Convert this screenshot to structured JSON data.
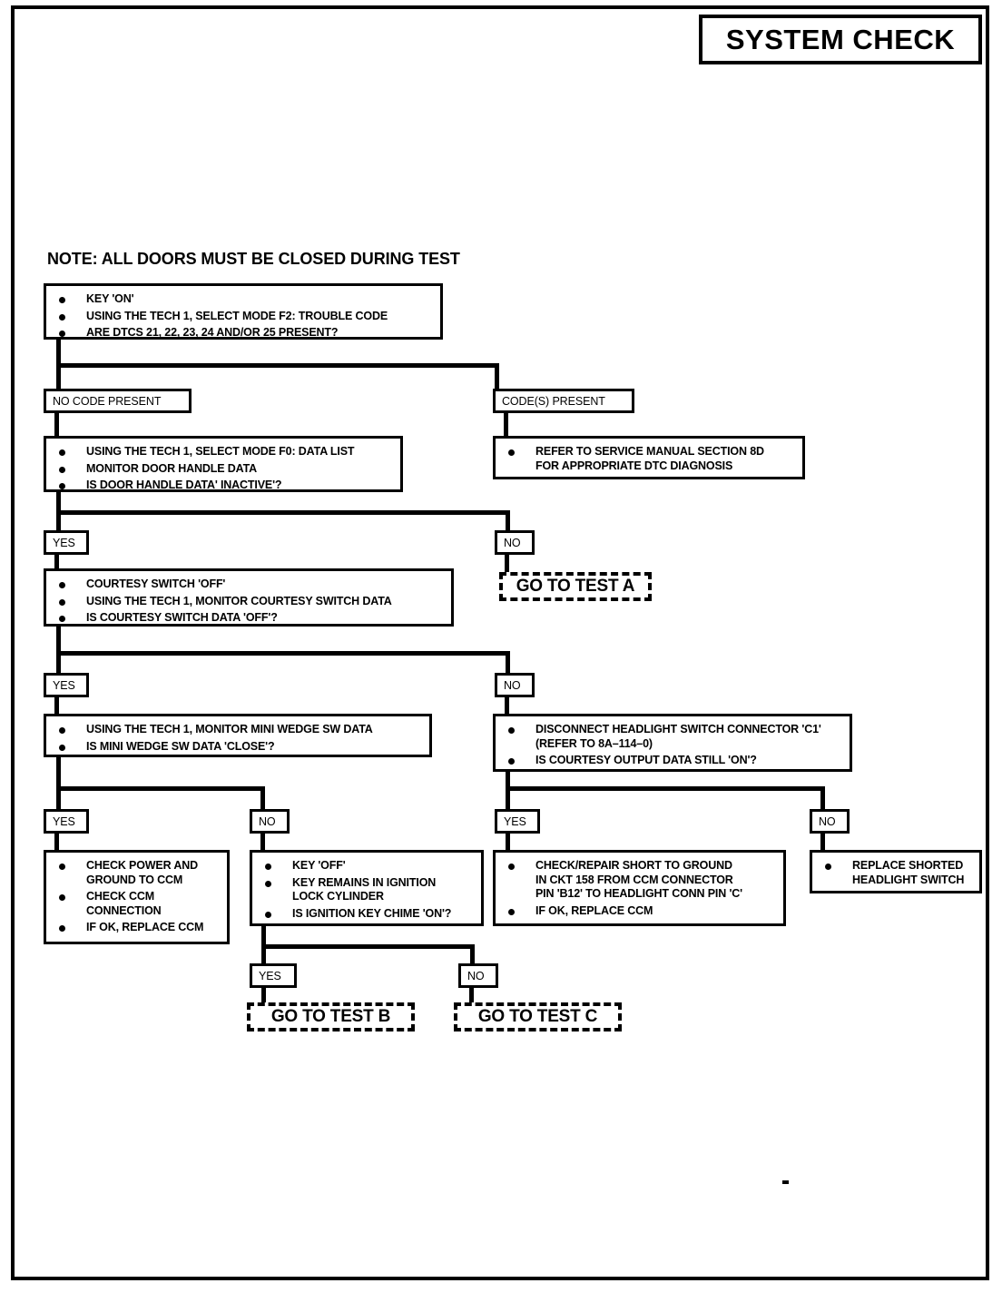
{
  "title_plate": {
    "text": "SYSTEM CHECK"
  },
  "note": {
    "text": "NOTE: ALL DOORS MUST BE CLOSED DURING TEST"
  },
  "boxes": {
    "start": {
      "lines": [
        "KEY 'ON'",
        "USING THE TECH 1, SELECT MODE F2: TROUBLE CODE",
        "ARE DTCS 21, 22, 23, 24 AND/OR 25 PRESENT?"
      ]
    },
    "no_code_label": {
      "text": "NO CODE PRESENT"
    },
    "codes_label": {
      "text": "CODE(S) PRESENT"
    },
    "data_list": {
      "lines": [
        "USING THE TECH 1, SELECT MODE F0: DATA LIST",
        "MONITOR DOOR HANDLE DATA",
        "IS DOOR HANDLE DATA' INACTIVE'?"
      ]
    },
    "refer_manual": {
      "line1": "REFER TO SERVICE MANUAL SECTION 8D",
      "line2": "FOR APPROPRIATE DTC DIAGNOSIS"
    },
    "courtesy": {
      "lines": [
        "COURTESY SWITCH 'OFF'",
        "USING THE TECH 1, MONITOR COURTESY SWITCH DATA",
        "IS COURTESY SWITCH DATA 'OFF'?"
      ]
    },
    "mini_wedge": {
      "lines": [
        "USING THE TECH 1, MONITOR MINI WEDGE SW DATA",
        "IS MINI WEDGE SW DATA 'CLOSE'?"
      ]
    },
    "disconnect_headlight": {
      "line1a": "DISCONNECT HEADLIGHT SWITCH CONNECTOR 'C1'",
      "line1b": "(REFER TO 8A–114–0)",
      "line2": "IS COURTESY OUTPUT DATA STILL 'ON'?"
    },
    "check_power": {
      "item1a": "CHECK POWER AND",
      "item1b": "GROUND TO CCM",
      "item2a": "CHECK CCM",
      "item2b": "CONNECTION",
      "item3": "IF OK, REPLACE CCM"
    },
    "key_off": {
      "item1": "KEY 'OFF'",
      "item2a": "KEY REMAINS IN IGNITION",
      "item2b": "LOCK CYLINDER",
      "item3": "IS IGNITION KEY CHIME 'ON'?"
    },
    "check_repair": {
      "item1a": "CHECK/REPAIR SHORT TO GROUND",
      "item1b": "IN CKT 158 FROM CCM CONNECTOR",
      "item1c": "PIN 'B12' TO HEADLIGHT CONN PIN 'C'",
      "item2": "IF OK, REPLACE CCM"
    },
    "replace_switch": {
      "line1": "REPLACE SHORTED",
      "line2": "HEADLIGHT SWITCH"
    }
  },
  "branch_labels": {
    "yes1": "YES",
    "no1": "NO",
    "yes2": "YES",
    "no2": "NO",
    "yes3": "YES",
    "no3": "NO",
    "yes4": "YES",
    "no4": "NO",
    "yes5": "YES",
    "no5": "NO"
  },
  "terminals": {
    "test_a": "GO TO TEST A",
    "test_b": "GO TO TEST B",
    "test_c": "GO TO TEST C"
  },
  "colors": {
    "ink": "#000000",
    "paper": "#ffffff"
  }
}
